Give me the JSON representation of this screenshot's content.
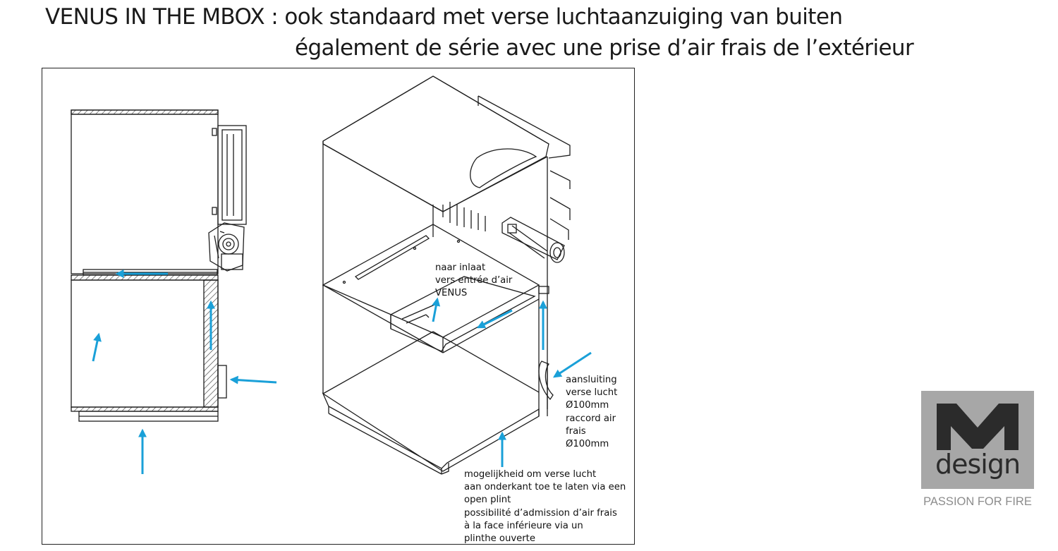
{
  "header": {
    "line1": "VENUS IN THE MBOX : ook standaard met verse luchtaanzuiging van buiten",
    "line2": "également de série avec une prise d’air frais de l’extérieur"
  },
  "annotations": {
    "inlet": [
      "naar inlaat",
      "vers entrée d’air",
      "VENUS"
    ],
    "connection": [
      "aansluiting",
      "verse lucht",
      "Ø100mm",
      "raccord air",
      "frais",
      "Ø100mm"
    ],
    "plinth": [
      "mogelijkheid om verse lucht",
      "aan onderkant toe te laten via een",
      "open plint",
      "possibilité d’admission d’air frais",
      "à la face inférieure via un",
      "plinthe ouverte"
    ]
  },
  "logo": {
    "wordmark": "design",
    "tagline": "PASSION FOR FIRE"
  },
  "colors": {
    "arrow": "#1aa0d8",
    "line": "#1e1e1e",
    "logo_bg": "#a7a7a7",
    "logo_fg": "#2b2b2b",
    "tagline": "#8c8c8c"
  },
  "icons": {
    "arrows": "blue-airflow-arrow-icon",
    "fan": "fan-unit-icon",
    "logo": "m-design-logo-icon"
  }
}
